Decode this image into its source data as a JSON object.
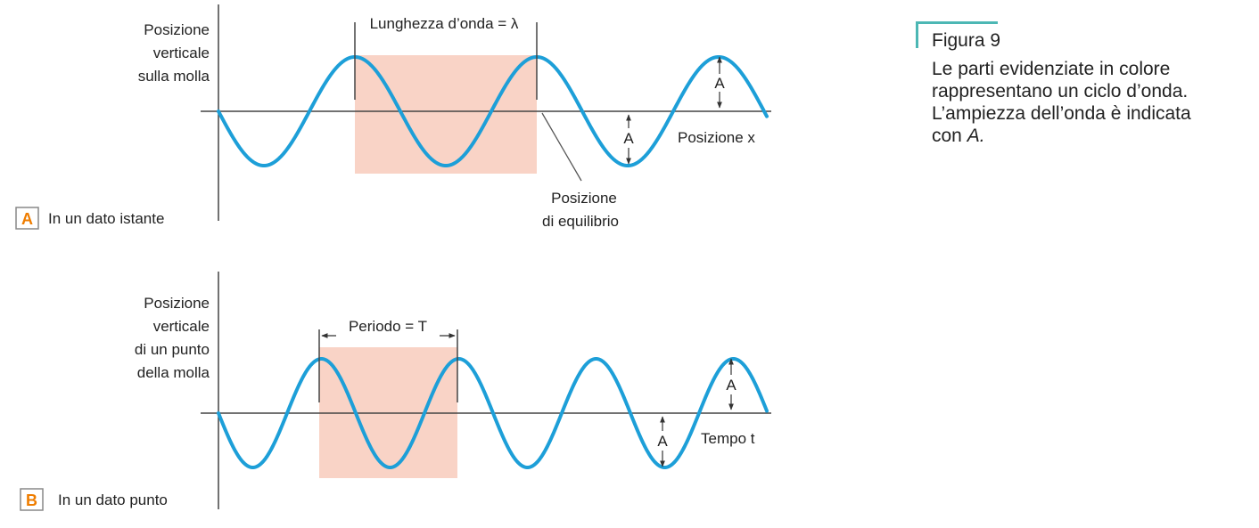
{
  "colors": {
    "wave": "#1d9fd8",
    "highlight": "#f9d3c6",
    "tag_border": "#888888",
    "tag_text": "#ef7d00",
    "caption_accent": "#4cb7b4"
  },
  "panel_a": {
    "tag": "A",
    "tag_text": "In un dato istante",
    "ylabel": [
      "Posizione",
      "verticale",
      "sulla molla"
    ],
    "xlabel": "Posizione x",
    "span_label": "Lunghezza d’onda = λ",
    "equilibrium_label": [
      "Posizione",
      "di equilibrio"
    ],
    "amplitude_label": "A"
  },
  "panel_b": {
    "tag": "B",
    "tag_text": "In un dato punto",
    "ylabel": [
      "Posizione",
      "verticale",
      "di un punto",
      "della molla"
    ],
    "xlabel": "Tempo t",
    "span_label": "Periodo = T",
    "amplitude_label": "A"
  },
  "caption": {
    "title": "Figura 9",
    "body_lines": [
      "Le parti evidenziate in colore",
      "rappresentano un ciclo d’onda.",
      "L’ampiezza dell’onda è indicata",
      "con "
    ],
    "body_italic": "A."
  }
}
